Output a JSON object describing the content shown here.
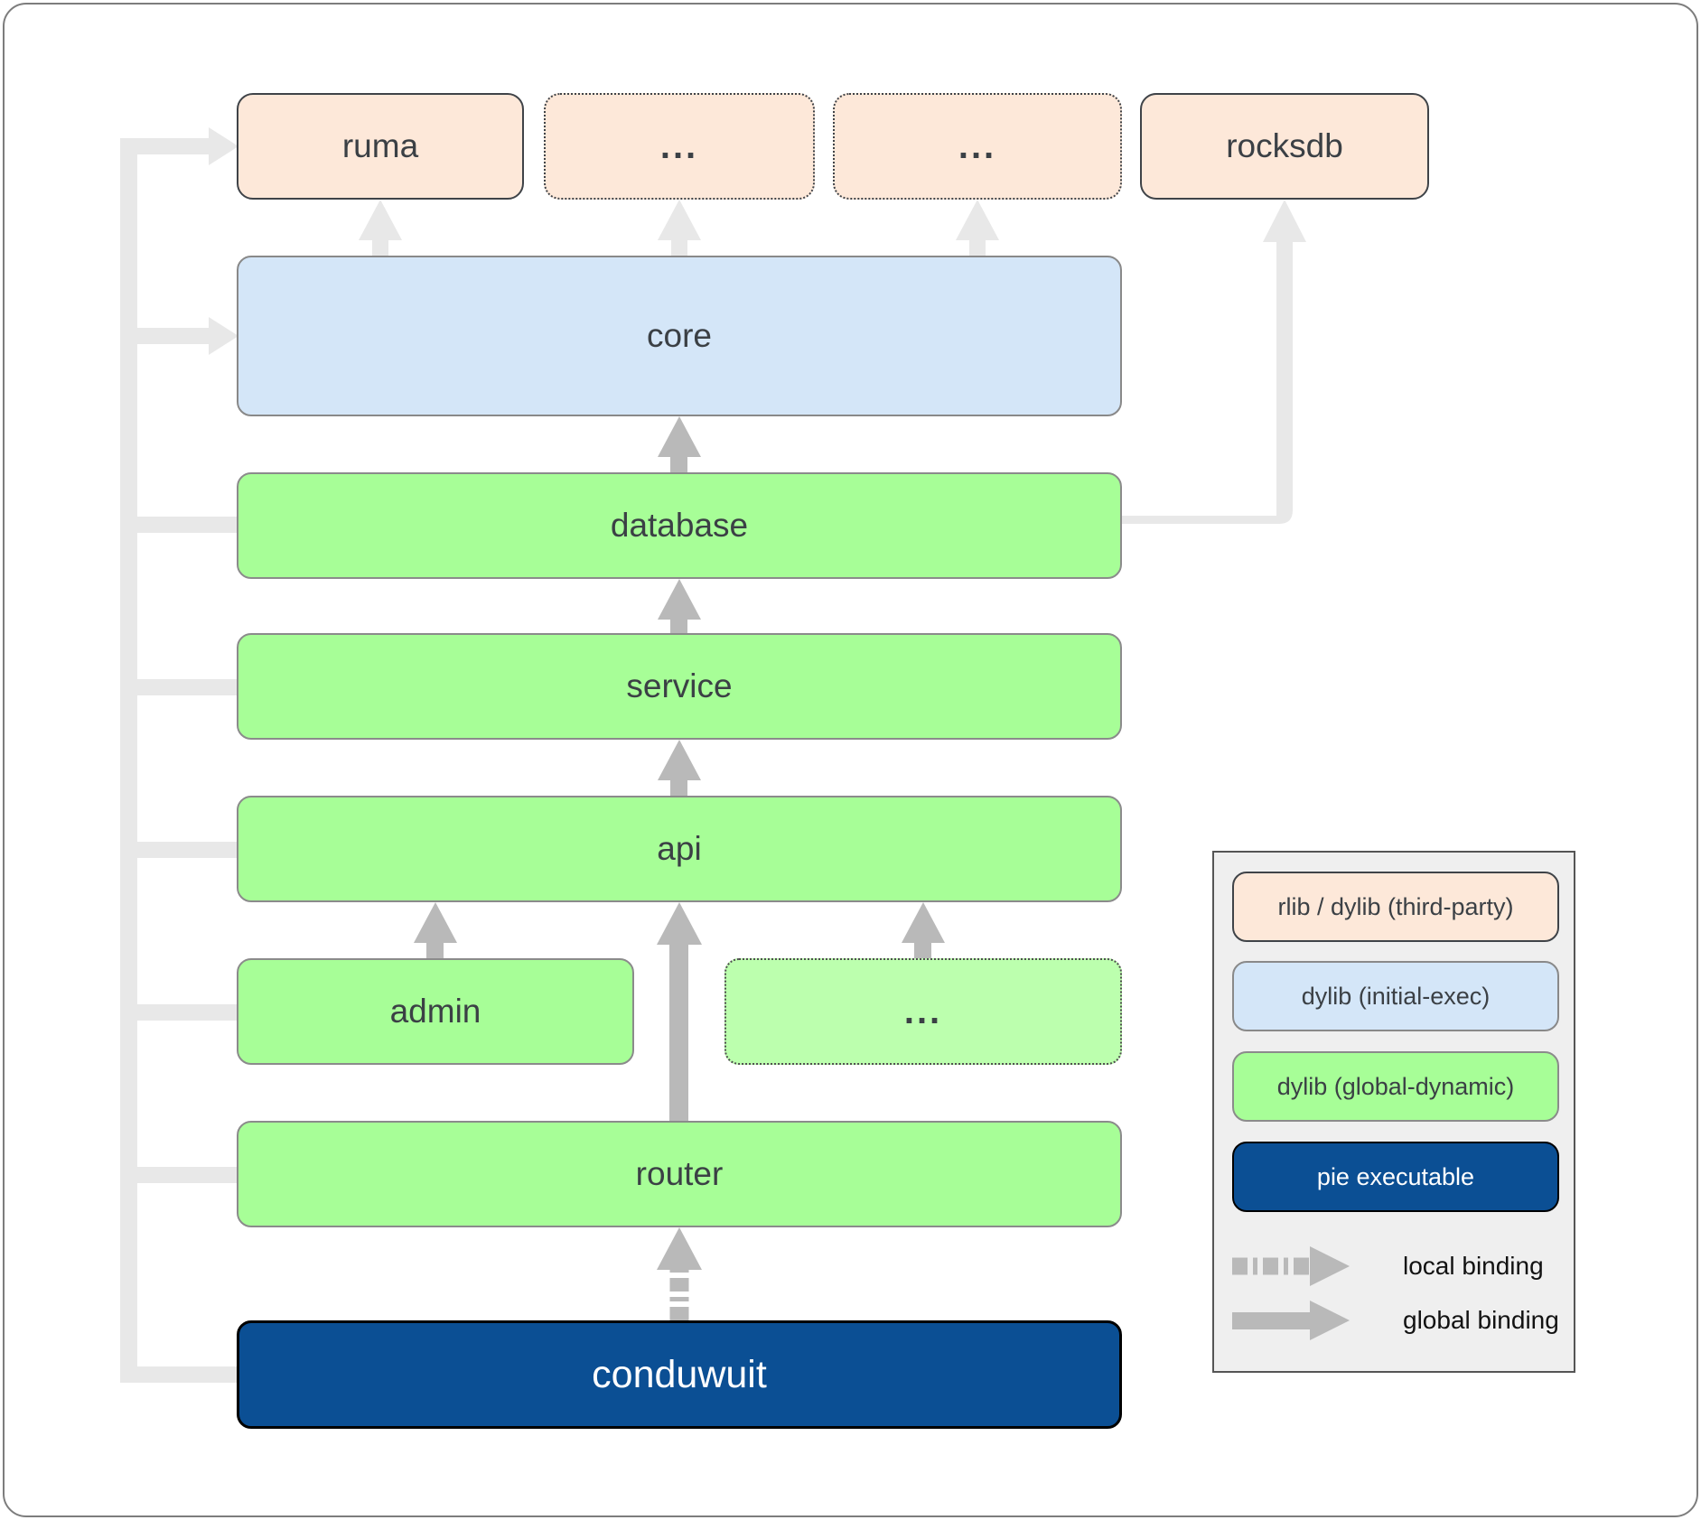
{
  "colors": {
    "third_party_fill": "#fde8d9",
    "third_party_border": "#3f4348",
    "initial_exec_fill": "#d4e6f8",
    "global_dynamic_fill": "#a7fe97",
    "global_dynamic_light_fill": "#bcffae",
    "pie_executable_fill": "#0b4f94",
    "box_text": "#3b4045",
    "arrow_light": "#e8e8e8",
    "arrow_medium": "#b9b9b9",
    "legend_background": "#efefef"
  },
  "nodes": {
    "ruma": "ruma",
    "ellipsis1": "...",
    "ellipsis2": "...",
    "rocksdb": "rocksdb",
    "core": "core",
    "database": "database",
    "service": "service",
    "api": "api",
    "admin": "admin",
    "ellipsis3": "...",
    "router": "router",
    "conduwuit": "conduwuit"
  },
  "legend": {
    "items": [
      {
        "label": "rlib / dylib (third-party)"
      },
      {
        "label": "dylib (initial-exec)"
      },
      {
        "label": "dylib (global-dynamic)"
      },
      {
        "label": "pie executable"
      }
    ],
    "bindings": [
      {
        "label": "local binding"
      },
      {
        "label": "global binding"
      }
    ]
  }
}
